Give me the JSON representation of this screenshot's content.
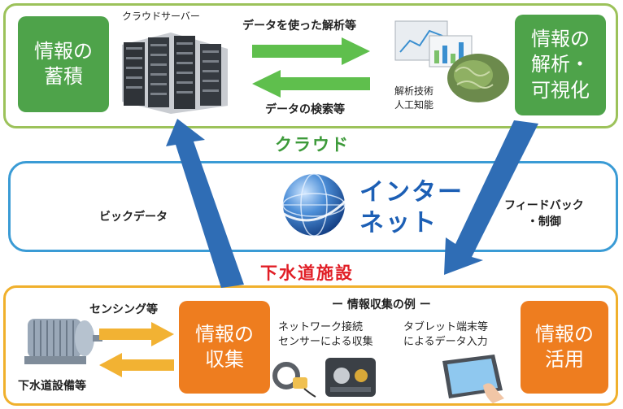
{
  "cloud": {
    "storage_box": "情報の\n蓄積",
    "server_label": "クラウドサーバー",
    "analysis_arrow_label": "データを使った解析等",
    "search_arrow_label": "データの検索等",
    "ai_label": "解析技術\n人工知能",
    "visualize_box": "情報の\n解析・\n可視化",
    "title": "クラウド"
  },
  "network": {
    "title": "インター\nネット",
    "bigdata_label": "ビックデータ",
    "feedback_label": "フィードバック\n・制御"
  },
  "field": {
    "title": "下水道施設",
    "sensing_label": "センシング等",
    "equipment_label": "下水道設備等",
    "collect_box": "情報の\n収集",
    "example_header": "ー 情報収集の例 ー",
    "network_sensor_label": "ネットワーク接続\nセンサーによる収集",
    "tablet_label": "タブレット端末等\nによるデータ入力",
    "utilize_box": "情報の\n活用"
  },
  "colors": {
    "green": "#4ea34a",
    "orange": "#ee7d1f",
    "cloud_border": "#9cc25a",
    "net_border": "#3a9bd5",
    "field_border": "#f0b02c",
    "big_arrow": "#2f6db5",
    "green_arrow": "#5fbf4d",
    "yellow_arrow": "#f2b233"
  }
}
